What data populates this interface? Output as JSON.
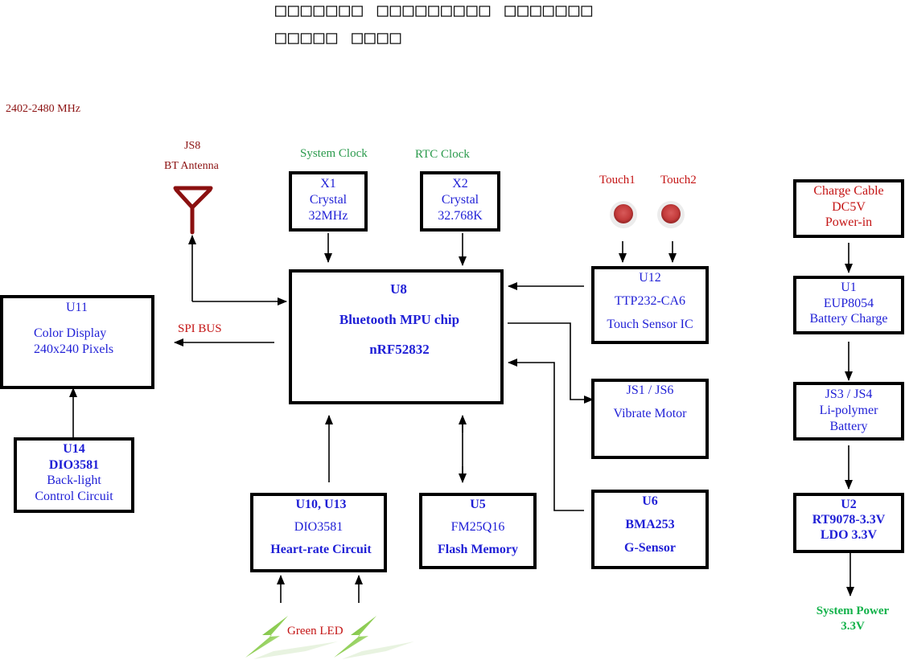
{
  "title": {
    "line1": "□□□□□□□ □□□□□□□□□ □□□□□□□",
    "line2": "□□□□□ □□□□"
  },
  "freq_label": "2402-2480 MHz",
  "antenna": {
    "ref": "JS8",
    "name": "BT Antenna"
  },
  "clock_labels": {
    "system": "System Clock",
    "rtc": "RTC Clock"
  },
  "x1": {
    "ref": "X1",
    "type": "Crystal",
    "freq": "32MHz"
  },
  "x2": {
    "ref": "X2",
    "type": "Crystal",
    "freq": "32.768K"
  },
  "touch_labels": {
    "t1": "Touch1",
    "t2": "Touch2"
  },
  "charge": {
    "line1": "Charge Cable",
    "line2": "DC5V",
    "line3": "Power-in"
  },
  "u8": {
    "ref": "U8",
    "name": "Bluetooth MPU chip",
    "part": "nRF52832"
  },
  "u12": {
    "ref": "U12",
    "part": "TTP232-CA6",
    "name": "Touch Sensor IC"
  },
  "u1": {
    "ref": "U1",
    "part": "EUP8054",
    "name": "Battery Charge"
  },
  "u11": {
    "ref": "U11",
    "line1": "Color Display",
    "line2": "240x240 Pixels"
  },
  "spi_label": "SPI BUS",
  "motor": {
    "ref": "JS1 / JS6",
    "name": "Vibrate Motor"
  },
  "battery": {
    "ref": "JS3 / JS4",
    "line1": "Li-polymer",
    "line2": "Battery"
  },
  "u14": {
    "ref": "U14",
    "part": "DIO3581",
    "line1": "Back-light",
    "line2": "Control Circuit"
  },
  "u10": {
    "ref": "U10, U13",
    "part": "DIO3581",
    "name": "Heart-rate Circuit"
  },
  "u5": {
    "ref": "U5",
    "part": "FM25Q16",
    "name": "Flash Memory"
  },
  "u6": {
    "ref": "U6",
    "part": "BMA253",
    "name": "G-Sensor"
  },
  "u2": {
    "ref": "U2",
    "part": "RT9078-3.3V",
    "name": "LDO 3.3V"
  },
  "sys_power": {
    "line1": "System Power",
    "line2": "3.3V"
  },
  "green_led": "Green LED",
  "colors": {
    "line": "#000000",
    "box_text": "#1f1fd6",
    "label_red": "#c41515",
    "antenna": "#8b1010",
    "clock_green": "#2a9a4c",
    "power_green": "#12b24a",
    "led_green": "#5aa62a",
    "touch_button": "#c94a4a"
  },
  "icons": {
    "antenna": "antenna-icon",
    "touch": "touch-button-icon",
    "led": "lightning-led-icon"
  }
}
